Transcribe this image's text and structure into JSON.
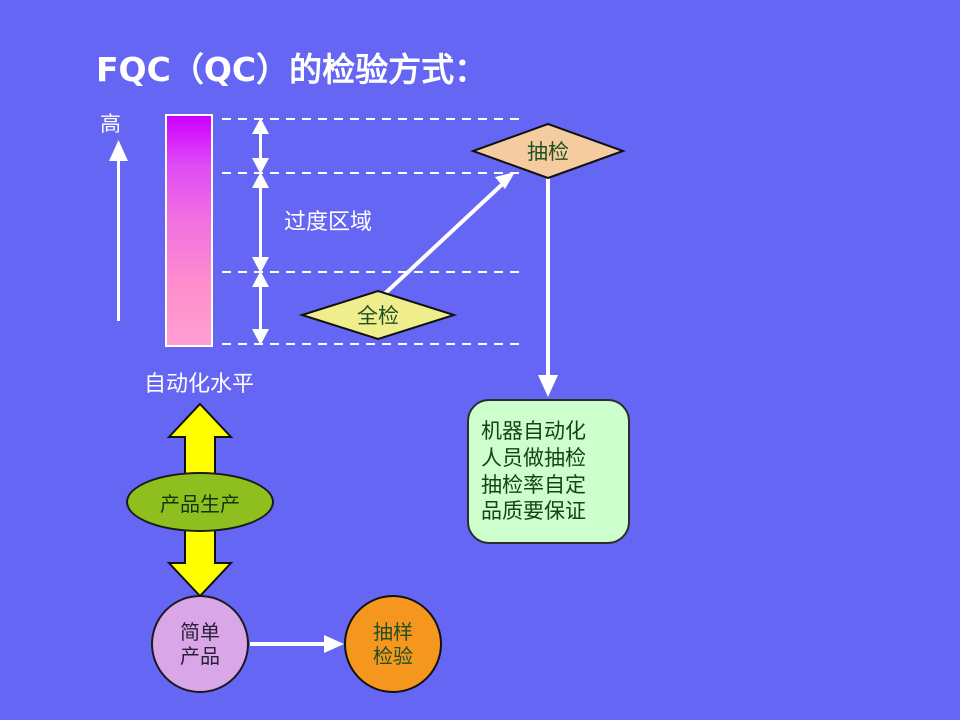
{
  "slide": {
    "background_color": "#6666F5",
    "title": {
      "latin_part": "FQC（QC）",
      "cjk_part": "的检验方式："
    }
  },
  "axis": {
    "top_label": "高",
    "bottom_label": "自动化水平",
    "gradient_top_color": "#CC00FF",
    "gradient_bottom_color": "#FF9FD0",
    "arrow_color": "#FFFFFF"
  },
  "bands": {
    "transition_label": "过度区域",
    "dashed_line_color": "#FFFFFF",
    "dashed_line_count": 4,
    "arrow_count": 3
  },
  "nodes": {
    "sampling_diamond": {
      "label": "抽检",
      "fill": "#F5CBA0",
      "stroke": "#111111",
      "text_color": "#1F4F23"
    },
    "full_inspect_diamond": {
      "label": "全检",
      "fill": "#F0EE8C",
      "stroke": "#111111",
      "text_color": "#1F4F23"
    },
    "green_note": {
      "lines": [
        "机器自动化",
        "人员做抽检",
        "抽检率自定",
        "品质要保证"
      ],
      "fill": "#CCFFCC",
      "stroke": "#2C2C2C",
      "text_color": "#17421B"
    },
    "production_ellipse": {
      "label": "产品生产",
      "fill": "#8FBF1F",
      "stroke": "#1A1A1A",
      "text_color": "#13340F"
    },
    "simple_product_circle": {
      "lines": [
        "简单",
        "产品"
      ],
      "fill": "#D9A6E8",
      "stroke": "#1A1A1A",
      "text_color": "#2A1F3A"
    },
    "sampling_inspect_circle": {
      "lines": [
        "抽样",
        "检验"
      ],
      "fill": "#F5971F",
      "stroke": "#111111",
      "text_color": "#1F4F23"
    }
  },
  "connectors": {
    "block_arrow_color": "#FFFF00",
    "block_arrow_stroke": "#111111",
    "line_arrow_color": "#FFFFFF"
  }
}
